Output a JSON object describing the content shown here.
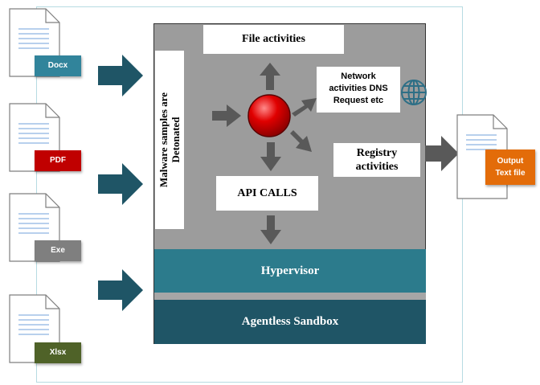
{
  "documents": [
    {
      "label": "Docx",
      "color": "#31849b"
    },
    {
      "label": "PDF",
      "color": "#c00000"
    },
    {
      "label": "Exe",
      "color": "#7f7f7f"
    },
    {
      "label": "Xlsx",
      "color": "#4f6228"
    }
  ],
  "sandbox": {
    "vertical_label_line1": "Malware samples are",
    "vertical_label_line2": "Detonated",
    "file_activities": "File activities",
    "network_line1": "Network",
    "network_line2": "activities DNS",
    "network_line3": "Request etc",
    "registry_line1": "Registry",
    "registry_line2": "activities",
    "api_calls": "API CALLS",
    "hypervisor": "Hypervisor",
    "agentless": "Agentless Sandbox"
  },
  "output": {
    "line1": "Output",
    "line2": "Text file",
    "color": "#e36c09"
  },
  "colors": {
    "arrow_teal": "#1f5566",
    "arrow_gray": "#595959",
    "center_circle": "#d40000",
    "globe": "#2e6f86"
  }
}
